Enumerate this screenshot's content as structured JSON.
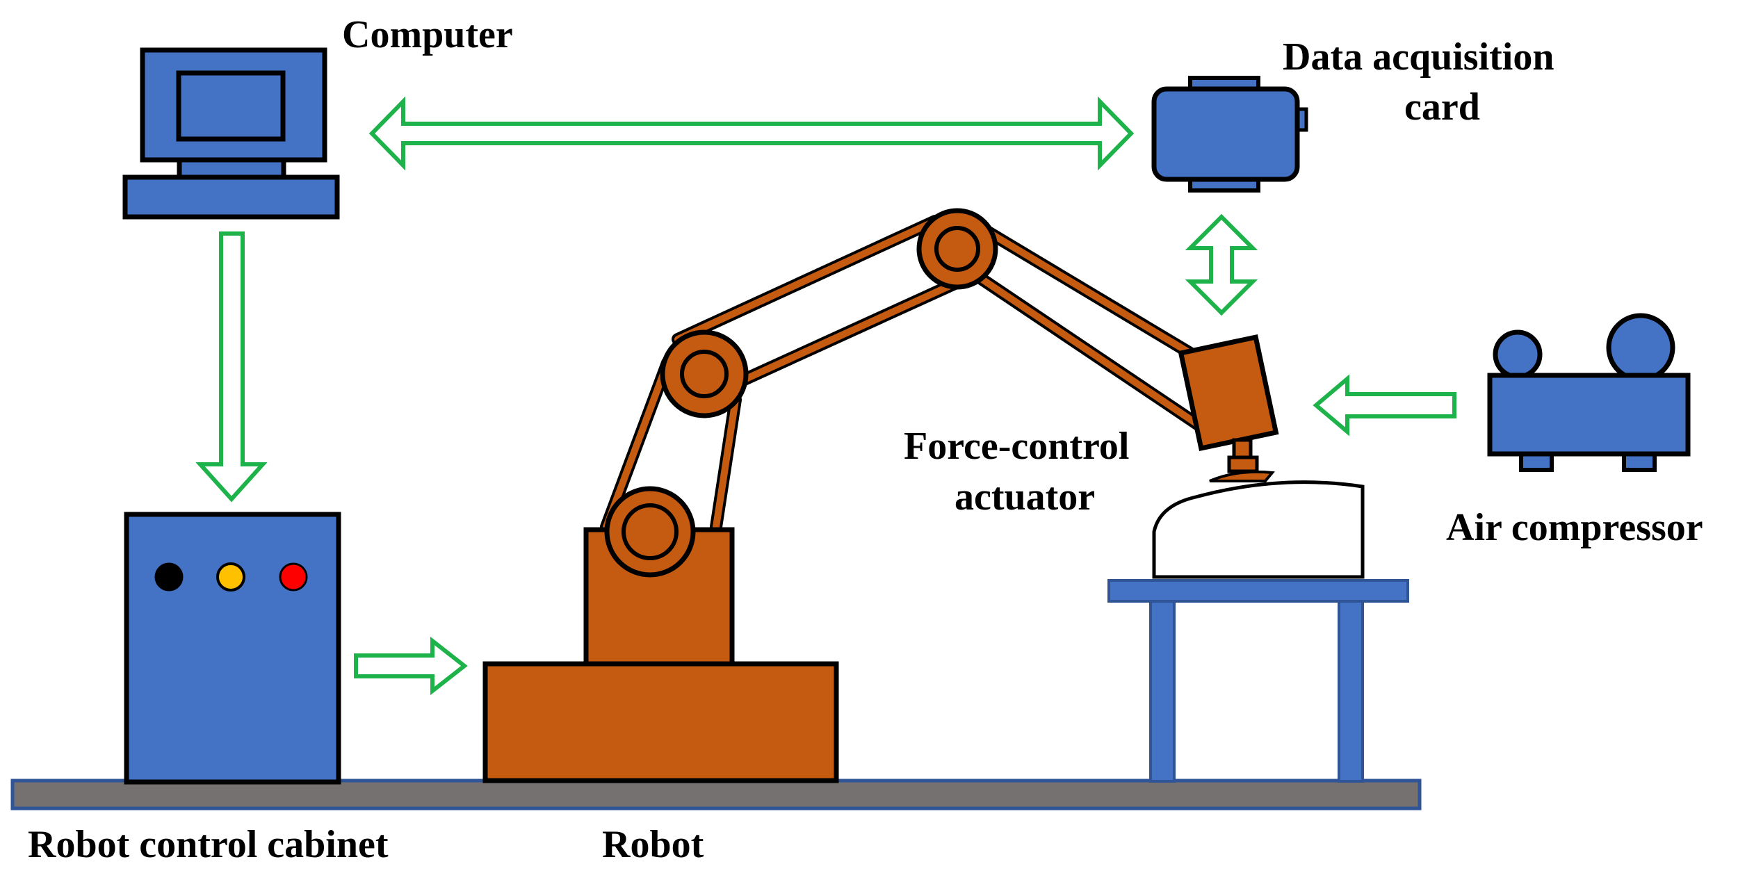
{
  "labels": {
    "computer": "Computer",
    "daq_line1": "Data acquisition",
    "daq_line2": "card",
    "force_line1": "Force-control",
    "force_line2": "actuator",
    "air_compressor": "Air compressor",
    "cabinet": "Robot control cabinet",
    "robot": "Robot"
  },
  "icons": {
    "computer": "computer-icon",
    "daq": "data-acquisition-card-icon",
    "cabinet": "robot-control-cabinet-icon",
    "robot": "robot-arm-icon",
    "actuator": "force-control-actuator-icon",
    "compressor": "air-compressor-icon",
    "workpiece": "workpiece-icon",
    "table": "work-table-icon"
  },
  "colors": {
    "device_blue": "#4472c4",
    "robot_orange": "#c55a11",
    "arrow_green": "#1eb24a",
    "floor_gray": "#767171",
    "floor_border": "#2f5597",
    "indicator_black": "#000000",
    "indicator_yellow": "#ffc000",
    "indicator_red": "#ff0000"
  }
}
